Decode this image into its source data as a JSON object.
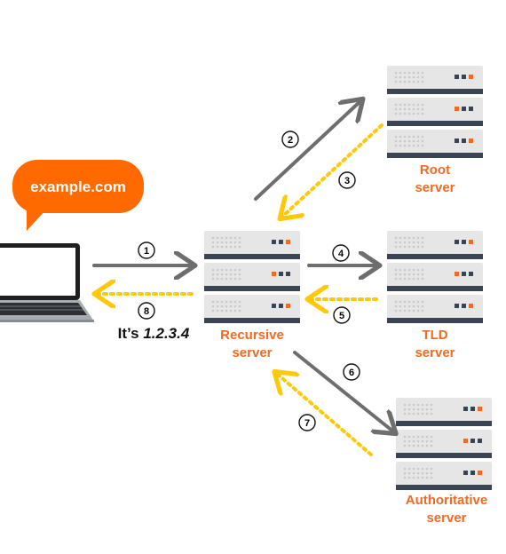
{
  "query_bubble": {
    "text": "example.com"
  },
  "answer": {
    "prefix": "It’s",
    "ip": "1.2.3.4"
  },
  "servers": {
    "root": {
      "line1": "Root",
      "line2": "server"
    },
    "recursive": {
      "line1": "Recursive",
      "line2": "server"
    },
    "tld": {
      "line1": "TLD",
      "line2": "server"
    },
    "authoritative": {
      "line1": "Authoritative",
      "line2": "server"
    }
  },
  "steps": [
    "1",
    "2",
    "3",
    "4",
    "5",
    "6",
    "7",
    "8"
  ],
  "colors": {
    "accent": "#f26a21",
    "response_arrow": "#ffc80a",
    "request_arrow": "#6e6e6e",
    "server_body": "#e7e7e7",
    "server_shelf": "#3b4452"
  }
}
